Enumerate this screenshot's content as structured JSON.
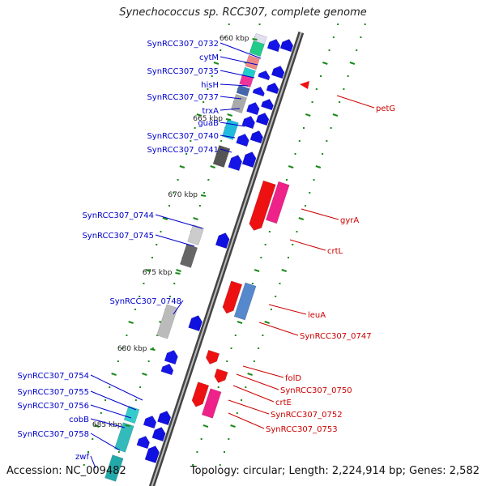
{
  "title": "Synechococcus sp. RCC307, complete genome",
  "accession": "Accession: NC_009482",
  "summary": "Topology: circular; Length: 2,224,914 bp; Genes: 2,582",
  "colors": {
    "forward_label": "#0000cc",
    "reverse_label": "#cc0000",
    "backbone": "#555555",
    "tick": "#1a8a1a"
  },
  "scale_labels": [
    "660 kbp",
    "665 kbp",
    "670 kbp",
    "675 kbp",
    "680 kbp",
    "685 kbp"
  ],
  "forward_genes": [
    "SynRCC307_0732",
    "cytM",
    "SynRCC307_0735",
    "hisH",
    "SynRCC307_0737",
    "trxA",
    "guaB",
    "SynRCC307_0740",
    "SynRCC307_0741",
    "SynRCC307_0744",
    "SynRCC307_0745",
    "SynRCC307_0748",
    "SynRCC307_0754",
    "SynRCC307_0755",
    "SynRCC307_0756",
    "cobB",
    "SynRCC307_0758",
    "zwf"
  ],
  "reverse_genes": [
    "petG",
    "gyrA",
    "crtL",
    "leuA",
    "SynRCC307_0747",
    "folD",
    "SynRCC307_0750",
    "crtE",
    "SynRCC307_0752",
    "SynRCC307_0753"
  ]
}
